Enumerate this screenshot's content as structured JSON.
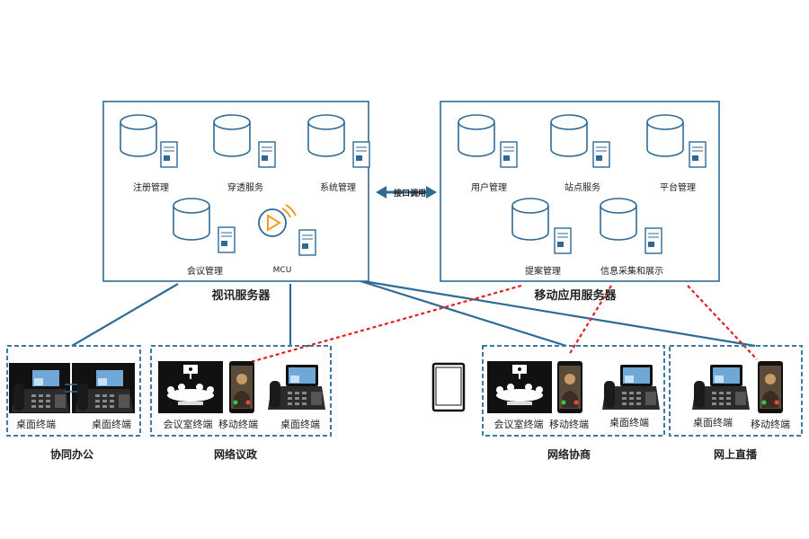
{
  "colors": {
    "primary": "#2e6a96",
    "dashed_border": "#3a7aa8",
    "red_link": "#e32020",
    "text": "#222222"
  },
  "servers": {
    "left": {
      "title": "视讯服务器",
      "modules": [
        "注册管理",
        "穿透服务",
        "系统管理",
        "会议管理",
        "MCU"
      ]
    },
    "right": {
      "title": "移动应用服务器",
      "modules": [
        "用户管理",
        "站点服务",
        "平台管理",
        "提案管理",
        "信息采集和展示"
      ]
    },
    "link_label": "接口调用"
  },
  "groups": [
    {
      "title": "协同办公",
      "terminals": [
        "桌面终端",
        "桌面终端"
      ]
    },
    {
      "title": "网络议政",
      "terminals": [
        "会议室终端",
        "移动终端",
        "桌面终端"
      ]
    },
    {
      "title": "网络协商",
      "terminals": [
        "会议室终端",
        "移动终端",
        "桌面终端"
      ]
    },
    {
      "title": "网上直播",
      "terminals": [
        "桌面终端",
        "移动终端"
      ]
    }
  ],
  "icons": {
    "database": "database-icon",
    "server": "server-icon",
    "mcu": "mcu-play-icon",
    "desk_phone": "desk-phone-icon",
    "room_camera": "conference-room-icon",
    "mobile": "mobile-phone-icon",
    "tablet": "tablet-icon"
  }
}
